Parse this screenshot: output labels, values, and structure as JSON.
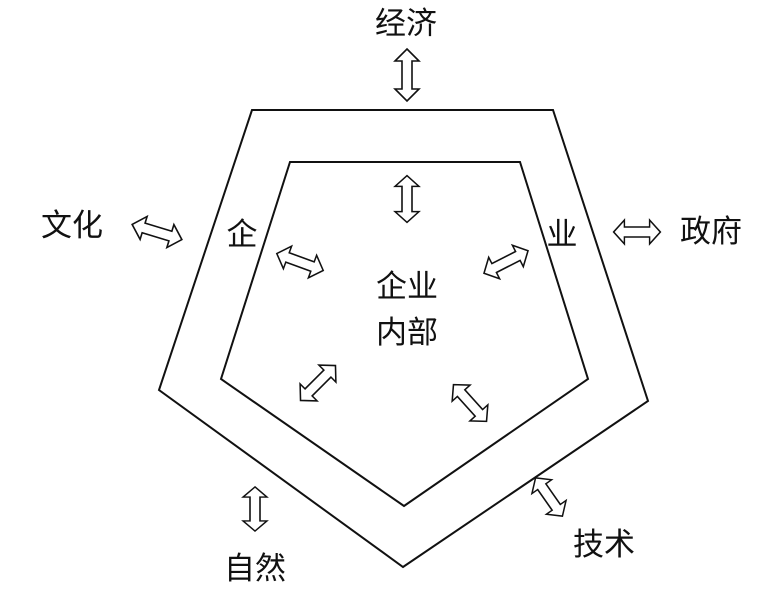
{
  "environment": {
    "economy": "经济",
    "culture": "文化",
    "government": "政府",
    "nature": "自然",
    "technology": "技术"
  },
  "enterprise": {
    "ring_left": "企",
    "ring_right": "业",
    "inner_line1": "企业",
    "inner_line2": "内部"
  }
}
